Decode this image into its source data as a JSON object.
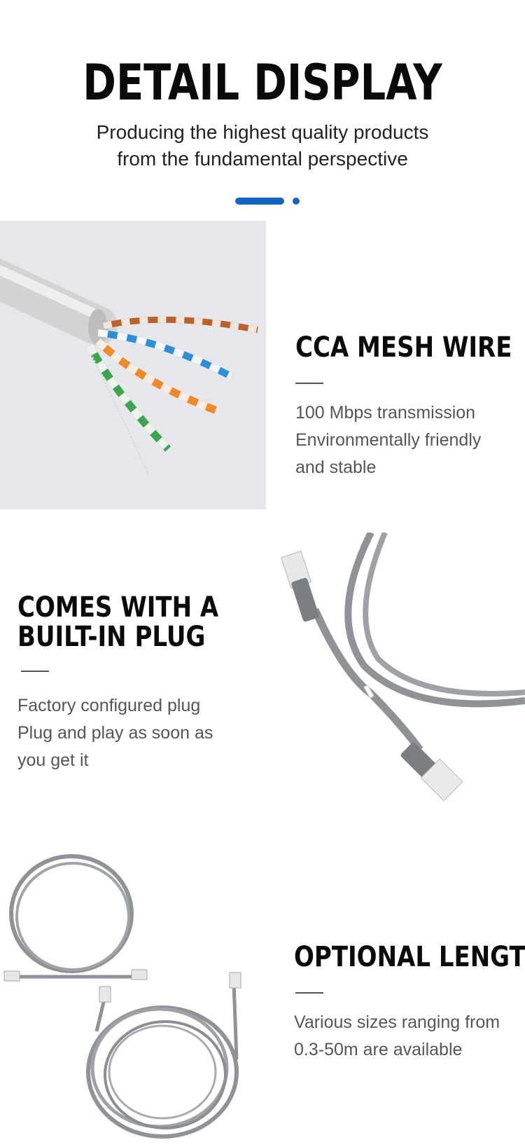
{
  "hero": {
    "title": "DETAIL DISPLAY",
    "subtitle_line1": "Producing the highest quality products",
    "subtitle_line2": "from the fundamental perspective"
  },
  "accent_color": "#1565c0",
  "sections": [
    {
      "title": "CCA MESH WIRE",
      "lines": [
        "100 Mbps transmission",
        "Environmentally friendly",
        "and stable"
      ],
      "image": "twisted-pair-wire-closeup"
    },
    {
      "title_line1": "COMES WITH A",
      "title_line2": "BUILT-IN PLUG",
      "lines": [
        "Factory configured plug",
        "Plug and play as soon as",
        "you get it"
      ],
      "image": "gray-rj45-patch-cable"
    },
    {
      "title": "OPTIONAL LENGTH",
      "lines": [
        "Various sizes ranging from",
        "0.3-50m are available"
      ],
      "image": "coiled-gray-patch-cables"
    }
  ]
}
